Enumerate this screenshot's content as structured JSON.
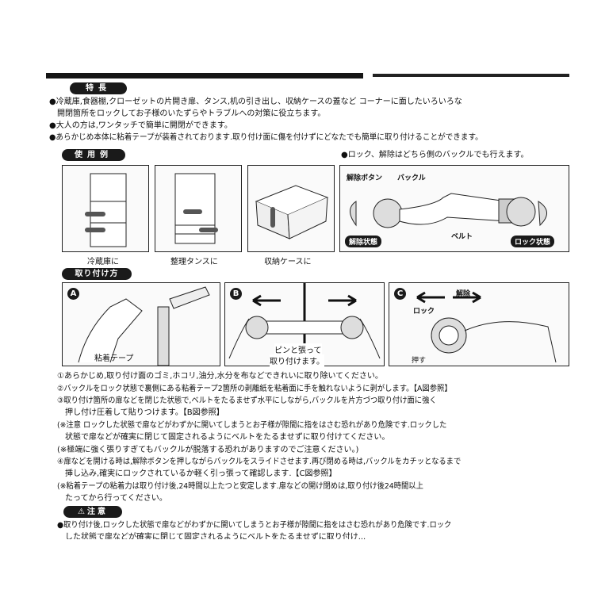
{
  "features": {
    "heading": "特長",
    "items": [
      "●冷蔵庫,食器棚,クローゼットの片開き扉、タンス,机の引き出し、収納ケースの蓋など コーナーに面したいろいろな",
      "　開閉箇所をロックしてお子様のいたずらやトラブルへの対策に役立ちます。",
      "●大人の方は,ワンタッチで簡単に開閉ができます。",
      "●あらかじめ本体に粘着テープが装着されております.取り付け面に傷を付けずにどなたでも簡単に取り付けることができます。"
    ]
  },
  "usage": {
    "heading": "使用例",
    "note": "●ロック、解除はどちら側のバックルでも行えます。",
    "captions": [
      "冷蔵庫に",
      "整理タンスに",
      "収納ケースに"
    ],
    "diagram": {
      "release_button": "解除ボタン",
      "buckle": "バックル",
      "belt": "ベルト",
      "unlocked": "解除状態",
      "locked": "ロック状態"
    }
  },
  "install": {
    "heading": "取り付け方",
    "panels": {
      "a": {
        "letter": "A",
        "label": "粘着テープ"
      },
      "b": {
        "letter": "B",
        "label1": "ピンと張って",
        "label2": "取り付けます。"
      },
      "c": {
        "letter": "C",
        "lock": "ロック",
        "release": "解除",
        "push": "押す"
      }
    },
    "steps": [
      "①あらかじめ,取り付け面のゴミ,ホコリ,油分,水分を布などできれいに取り除いてください。",
      "②バックルをロック状態で裏側にある粘着テープ2箇所の剥離紙を粘着面に手を触れないように剥がします。【A図参照】",
      "③取り付け箇所の扉などを閉じた状態で,ベルトをたるませず水平にしながら,バックルを片方づつ取り付け面に強く",
      "　押し付け圧着して貼りつけます。【B図参照】",
      "(※注意 ロックした状態で扉などがわずかに開いてしまうとお子様が隙間に指をはさむ恐れがあり危険です.ロックした",
      "　状態で扉などが確実に閉じて固定されるようにベルトをたるませずに取り付けてください。",
      "(※極端に強く張りすぎてもバックルが脱落する恐れがありますのでご注意ください。)",
      "④扉などを開ける時は,解除ボタンを押しながらバックルをスライドさせます.再び閉める時は,バックルをカチッとなるまで",
      "　挿し込み,確実にロックされているか軽く引っ張って確認します.【C図参照】",
      "(※粘着テープの粘着力は取り付け後,24時間以上たつと安定します.扉などの開け閉めは,取り付け後24時間以上",
      "　たってから行ってください。"
    ]
  },
  "caution": {
    "heading": "⚠注意",
    "items": [
      "●取り付け後,ロックした状態で扉などがわずかに開いてしまうとお子様が隙間に指をはさむ恐れがあり危険です.ロック",
      "　した状態で扉などが確実に閉じて固定されるようにベルトをたるませずに取り付け..."
    ]
  }
}
